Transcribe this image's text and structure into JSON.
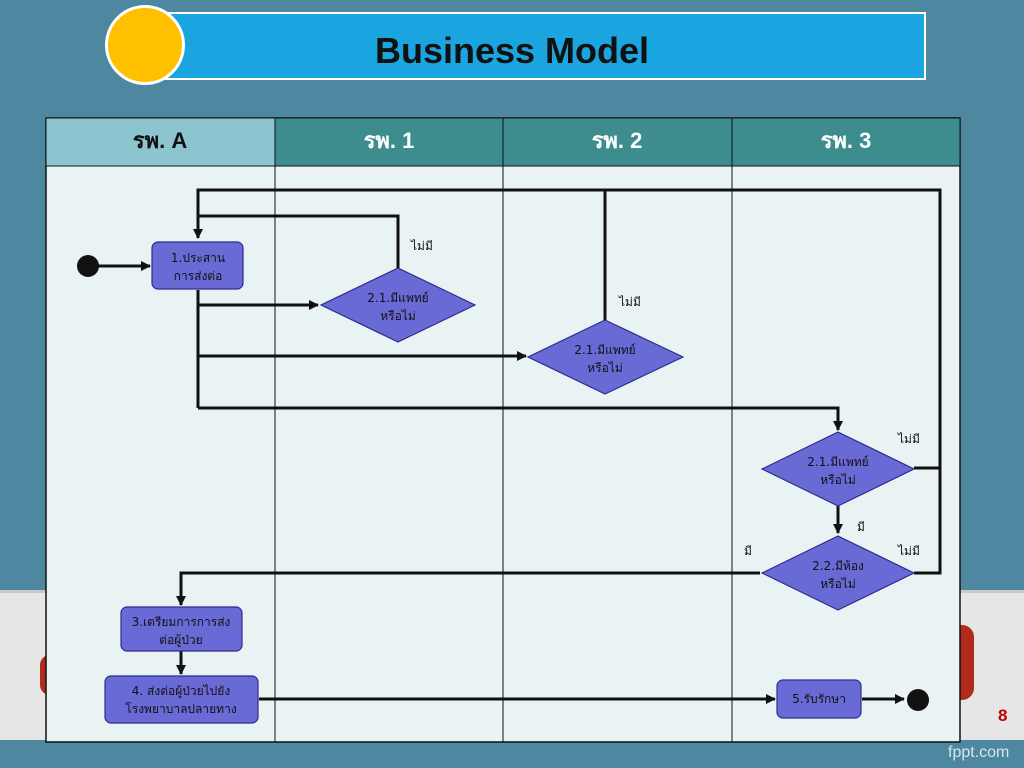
{
  "slide": {
    "title": "Business Model",
    "page_number": "8",
    "watermark": "fppt.com"
  },
  "lanes": [
    "รพ. A",
    "รพ. 1",
    "รพ. 2",
    "รพ. 3"
  ],
  "nodes": {
    "coordinate": "1.ประสาน\nการส่งต่อ",
    "check_doctor_h1": "2.1.มีแพทย์\nหรือไม่",
    "check_doctor_h2": "2.1.มีแพทย์\nหรือไม่",
    "check_doctor_h3": "2.1.มีแพทย์\nหรือไม่",
    "check_room_h3": "2.2.มีห้อง\nหรือไม่",
    "prepare_transfer": "3.เตรียมการการส่ง\nต่อผู้ป่วย",
    "send_patient": "4. ส่งต่อผู้ป่วยไปยัง\nโรงพยาบาลปลายทาง",
    "receive": "5.รับรักษา"
  },
  "edge_labels": {
    "no_h1": "ไม่มี",
    "no_h2": "ไม่มี",
    "no_h3_doctor": "ไม่มี",
    "yes_h3_doctor": "มี",
    "yes_h3_room": "มี",
    "no_h3_room": "ไม่มี"
  },
  "colors": {
    "background": "#4e87a0",
    "title_bar": "#1aa5e0",
    "sun": "#ffc000",
    "header_first": "#8cc5cf",
    "header_rest": "#3d8c8e",
    "node_fill": "#6a6ad6",
    "node_stroke": "#2c2c8c",
    "body_fill": "#eaf3f4"
  }
}
